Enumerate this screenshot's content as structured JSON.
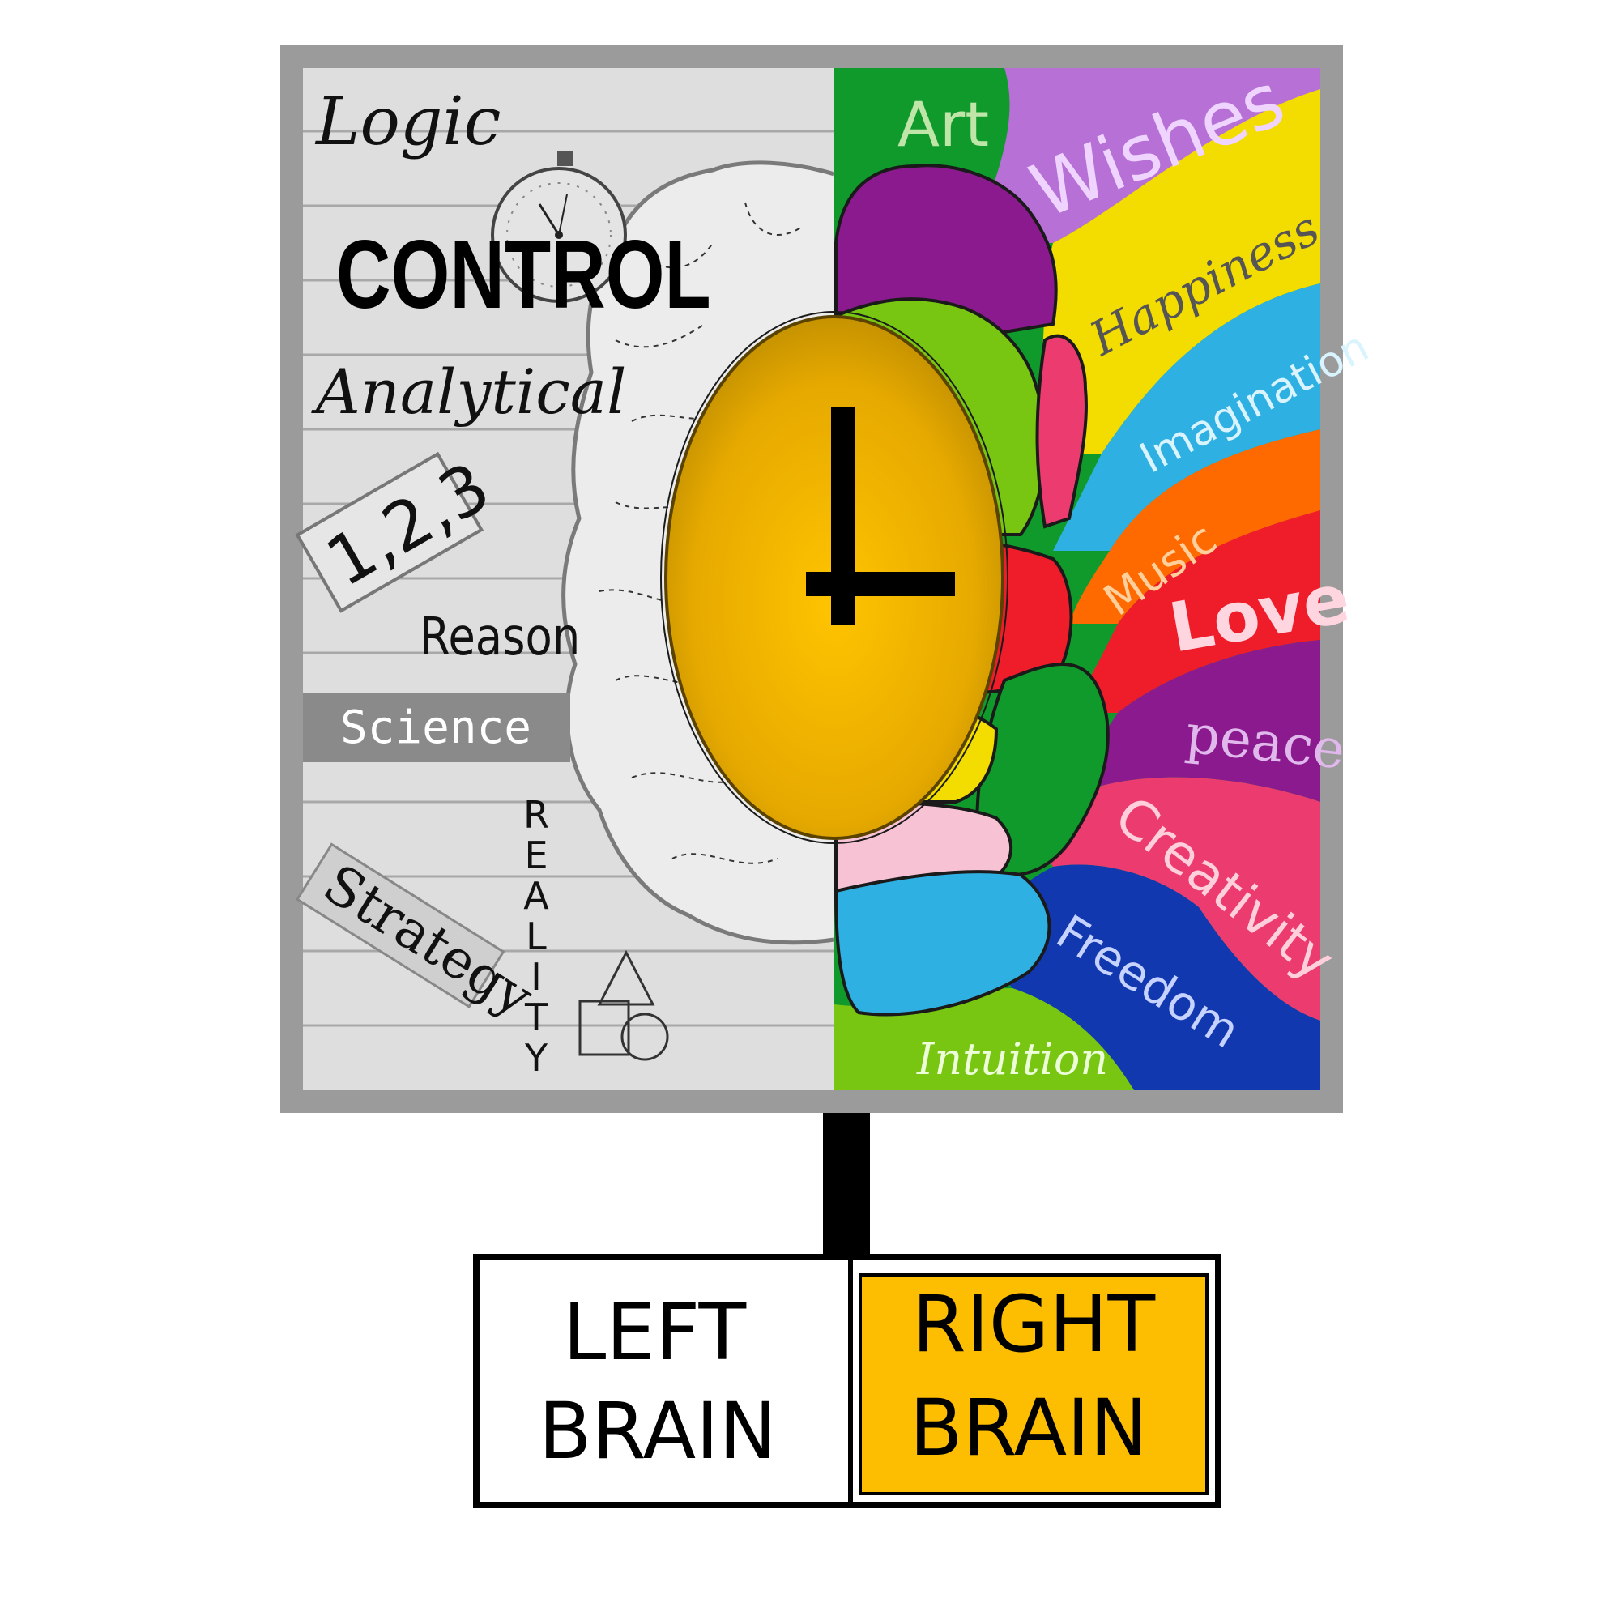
{
  "left_words": {
    "logic": "Logic",
    "control": "CONTROL",
    "analytical": "Analytical",
    "numbers": "1,2,3",
    "reason": "Reason",
    "science": "Science",
    "strategy": "Strategy",
    "reality": [
      "R",
      "E",
      "A",
      "L",
      "I",
      "T",
      "Y"
    ]
  },
  "right_words": {
    "art": "Art",
    "wishes": "Wishes",
    "happiness": "Happiness",
    "imagination": "Imagination",
    "music": "Music",
    "love": "Love",
    "peace": "peace",
    "creativity": "Creativity",
    "freedom": "Freedom",
    "intuition": "Intuition"
  },
  "labels": {
    "left_line1": "LEFT",
    "left_line2": "BRAIN",
    "right_line1": "RIGHT",
    "right_line2": "BRAIN"
  },
  "colors": {
    "frame": "#9b9b9b",
    "left_bg": "#dedede",
    "clock_gold": "#f2b500",
    "right_label_bg": "#fdbd00",
    "wave_purple": "#b770d6",
    "wave_yellow": "#f3dc00",
    "wave_sky": "#2fb0e2",
    "wave_orange": "#ff6a00",
    "wave_red": "#ef1c2a",
    "wave_violet": "#8a1a8e",
    "wave_pink": "#ec3c6f",
    "wave_blue": "#1238b0",
    "wave_green": "#78c512",
    "wave_darkgreen": "#119a2c"
  }
}
